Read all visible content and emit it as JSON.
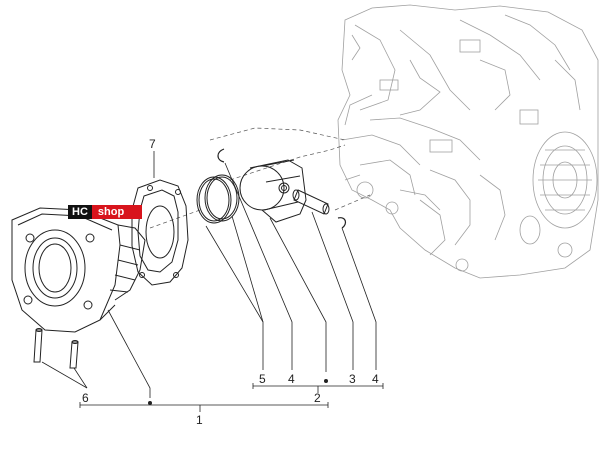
{
  "callouts": {
    "n7": "7",
    "n5": "5",
    "n4a": "4",
    "n3": "3",
    "n4b": "4",
    "n6": "6",
    "n2": "2",
    "n1": "1"
  },
  "watermark": {
    "part1": "HC",
    "part2": "shop"
  },
  "colors": {
    "line": "#222222",
    "engine": "#9a9a9a",
    "logo_dark": "#111111",
    "logo_red": "#d8141c"
  }
}
